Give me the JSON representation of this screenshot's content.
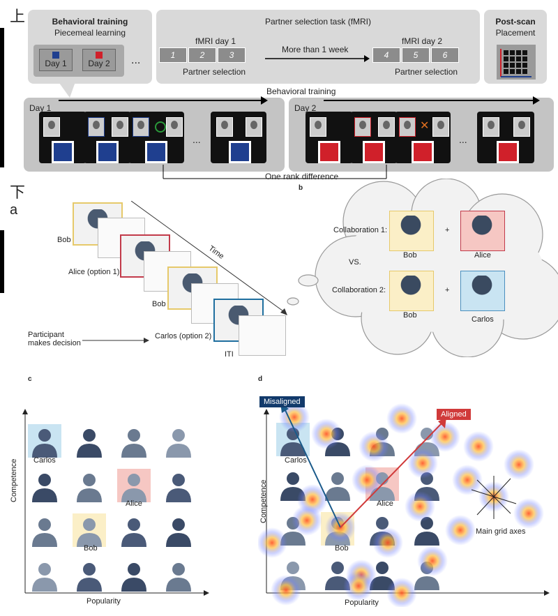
{
  "labels": {
    "top": "上",
    "bottom": "下",
    "a": "a",
    "b": "b",
    "c": "c",
    "d": "d"
  },
  "behavioral": {
    "title": "Behavioral training",
    "subtitle": "Piecemeal learning",
    "day1": "Day 1",
    "day2": "Day 2",
    "ellipsis": "..."
  },
  "partner": {
    "title": "Partner selection task (fMRI)",
    "day1_label": "fMRI day 1",
    "day2_label": "fMRI day 2",
    "slots_day1": [
      "1",
      "2",
      "3"
    ],
    "slots_day2": [
      "4",
      "5",
      "6"
    ],
    "gap": "More than 1 week",
    "selection": "Partner selection"
  },
  "postscan": {
    "title": "Post-scan",
    "subtitle": "Placement"
  },
  "training_strip": {
    "title": "Behavioral training",
    "day1": "Day 1",
    "day2": "Day 2",
    "ellipsis": "...",
    "rank": "One rank difference"
  },
  "panel_a": {
    "bob": "Bob",
    "alice": "Alice (option 1)",
    "bob2": "Bob",
    "carlos": "Carlos (option 2)",
    "iti": "ITI",
    "time": "Time",
    "participant": "Participant\nmakes decision"
  },
  "panel_b": {
    "collab1": "Collaboration 1:",
    "collab2": "Collaboration 2:",
    "vs": "VS.",
    "bob": "Bob",
    "alice": "Alice",
    "carlos": "Carlos",
    "plus": "+"
  },
  "panel_c": {
    "carlos": "Carlos",
    "alice": "Alice",
    "bob": "Bob",
    "ylabel": "Competence",
    "xlabel": "Popularity"
  },
  "panel_d": {
    "misaligned": "Misaligned",
    "aligned": "Aligned",
    "carlos": "Carlos",
    "alice": "Alice",
    "bob": "Bob",
    "axes": "Main grid axes",
    "ylabel": "Competence",
    "xlabel": "Popularity"
  },
  "colors": {
    "blue": "#1f3f8f",
    "red": "#d0202a",
    "navy": "#123a6b",
    "aligned_red": "#d03a3a",
    "yellow_bg": "#fbefc7",
    "pink_bg": "#f6c7c3",
    "cyan_bg": "#c9e4f2"
  }
}
